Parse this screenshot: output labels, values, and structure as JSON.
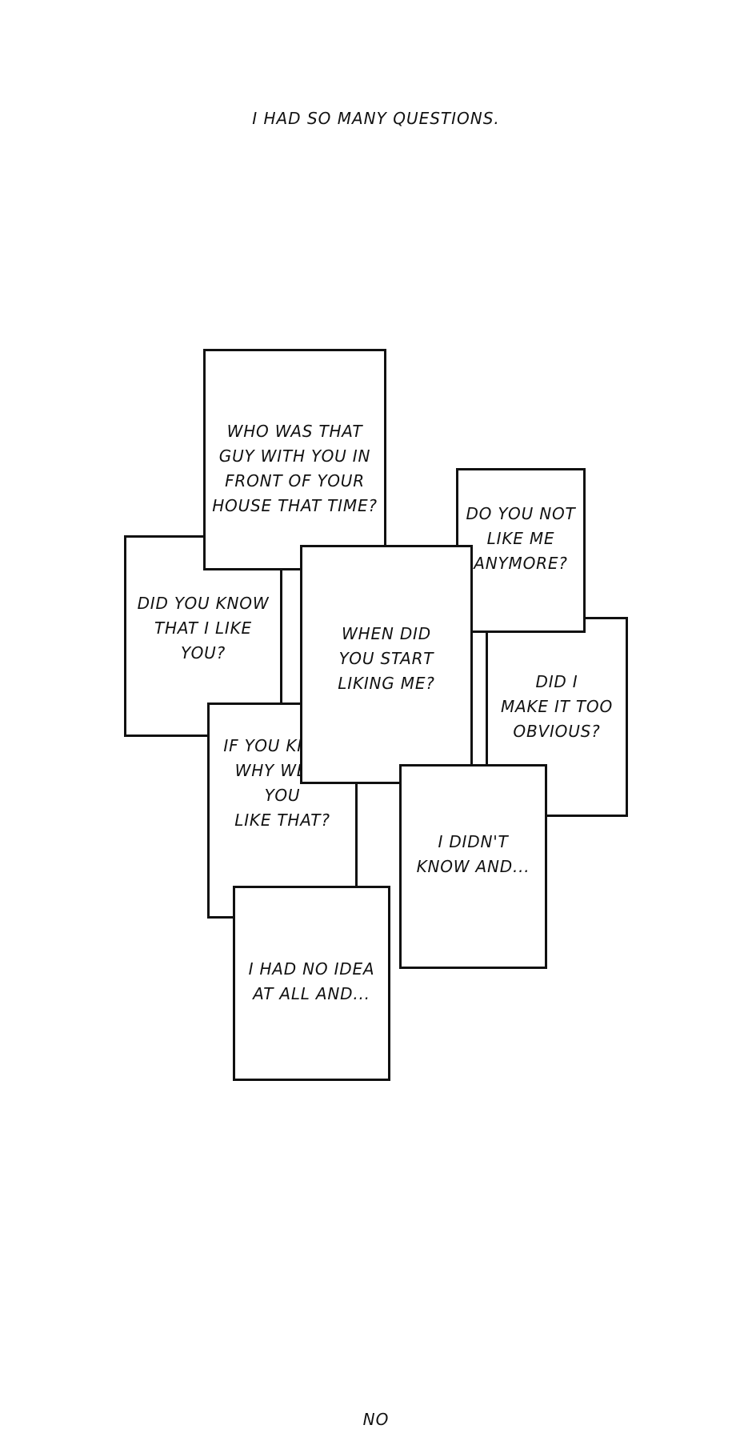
{
  "caption": "I HAD SO MANY QUESTIONS.",
  "cards": {
    "dunno": "DO YOU NOT\nLIKE ME\nANYMORE?",
    "obvious": "DID I\nMAKE IT TOO\nOBVIOUS?",
    "guy": "WHO WAS THAT\nGUY WITH YOU IN\nFRONT OF YOUR\nHOUSE THAT TIME?",
    "know": "DID YOU KNOW\nTHAT I LIKE\nYOU?",
    "ifyou": "IF YOU KNEW,\nWHY WERE YOU\nLIKE THAT?",
    "when": "WHEN DID\nYOU START\nLIKING ME?",
    "didnt": "I DIDN'T\nKNOW AND...",
    "noidea": "I HAD NO IDEA\nAT ALL AND..."
  },
  "cut_text": "NO"
}
